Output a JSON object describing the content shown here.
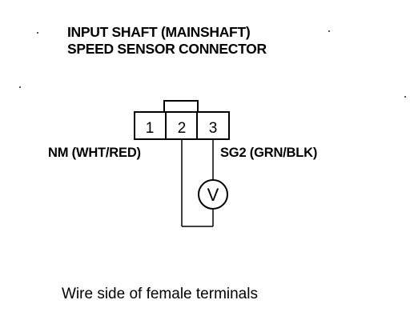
{
  "title": {
    "line1": "INPUT SHAFT (MAINSHAFT)",
    "line2": "SPEED SENSOR CONNECTOR"
  },
  "connector": {
    "pins": [
      "1",
      "2",
      "3"
    ]
  },
  "labels": {
    "left": "NM (WHT/RED)",
    "right": "SG2 (GRN/BLK)",
    "meter": "V"
  },
  "footer": "Wire side of female terminals"
}
